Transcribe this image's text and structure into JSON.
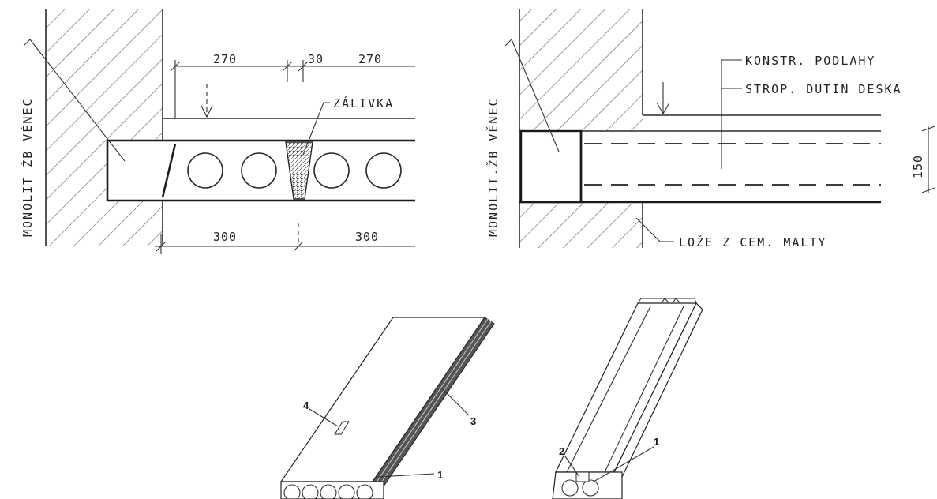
{
  "left_detail": {
    "label_venec": "MONOLIT ŽB VĚNEC",
    "label_zalivka": "ZÁLIVKA",
    "dim_top": [
      "270",
      "30",
      "270"
    ],
    "dim_bottom": [
      "300",
      "300"
    ]
  },
  "right_detail": {
    "label_venec": "MONOLIT.ŽB VĚNEC",
    "label_floor": "KONSTR. PODLAHY",
    "label_slab": "STROP. DUTIN DESKA",
    "label_bed": "LOŽE Z CEM. MALTY",
    "dim_height": "150"
  },
  "isometric_left": {
    "callouts": [
      "4",
      "3",
      "1"
    ]
  },
  "isometric_right": {
    "callouts": [
      "2",
      "1"
    ]
  }
}
